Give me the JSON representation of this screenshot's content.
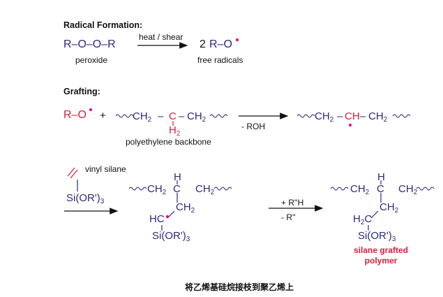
{
  "section1": {
    "heading": "Radical Formation:",
    "peroxide_formula": "R–O–O–R",
    "peroxide_label": "peroxide",
    "condition": "heat / shear",
    "coefficient": "2",
    "radical_formula": "R–O",
    "radicals_label": "free radicals"
  },
  "section2": {
    "heading": "Grafting:",
    "alkoxy_radical": "R–O",
    "plus": "+",
    "backbone": {
      "ch2_left": "CH",
      "bond1": "–",
      "c": "C",
      "bond2": "–",
      "ch2_right": "CH",
      "h2": "H",
      "sub": "2"
    },
    "backbone_label": "polyethylene backbone",
    "byproduct": "- ROH",
    "product": {
      "ch2_left": "CH",
      "ch": "CH",
      "ch2_right": "CH",
      "sub": "2",
      "bond": "–"
    }
  },
  "section3": {
    "vinyl_label": "vinyl silane",
    "silane": "Si(OR')",
    "sub3": "3",
    "intermediate": {
      "ch2_left": "CH",
      "c": "C",
      "ch2_right": "CH",
      "h": "H",
      "branch_ch2": "CH",
      "hc": "HC",
      "silane": "Si(OR')",
      "sub": "2",
      "sub3": "3"
    },
    "reagent_top": "+ R''H",
    "reagent_bottom": "- R''",
    "final": {
      "ch2_left": "CH",
      "c": "C",
      "ch2_right": "CH",
      "h": "H",
      "branch_ch2": "CH",
      "h2c": "H",
      "c2": "C",
      "silane": "Si(OR')",
      "sub": "2",
      "sub3": "3"
    },
    "result_line1": "silane grafted",
    "result_line2": "polymer"
  },
  "caption": "将乙烯基硅烷接枝到聚乙烯上",
  "colors": {
    "structure": "#2b2b7a",
    "highlight": "#d41f3c",
    "radical_dot": "#e3007b"
  }
}
